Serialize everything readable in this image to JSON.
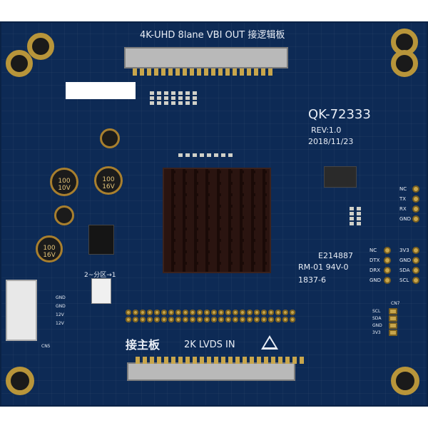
{
  "board": {
    "title_top": "4K-UHD 8lane VBI OUT 接逻辑板",
    "model": "QK-72333",
    "revision": "REV:1.0",
    "date": "2018/11/23",
    "bottom_label_cn": "接主板",
    "bottom_label": "2K LVDS IN",
    "ul_mark": "E214887",
    "rating": "RM-01 94V-0",
    "date_code": "1837-6",
    "switch_label": "2~分区→1",
    "uart_pins": [
      "NC",
      "TX",
      "RX",
      "GND"
    ],
    "i2c_left": [
      "NC",
      "DTX",
      "DRX",
      "GND"
    ],
    "i2c_right": [
      "3V3",
      "GND",
      "SDA",
      "SCL"
    ],
    "cn7_label": "CN7",
    "cn7_pins": [
      "SCL",
      "SDA",
      "GND",
      "3V3"
    ],
    "power_pins": [
      "GND",
      "GND",
      "12V",
      "12V"
    ],
    "cn5_label": "CN5",
    "cap_ec1": "100 10V",
    "cap_ec2": "100 16V",
    "cap_ec3": "100 16V"
  }
}
